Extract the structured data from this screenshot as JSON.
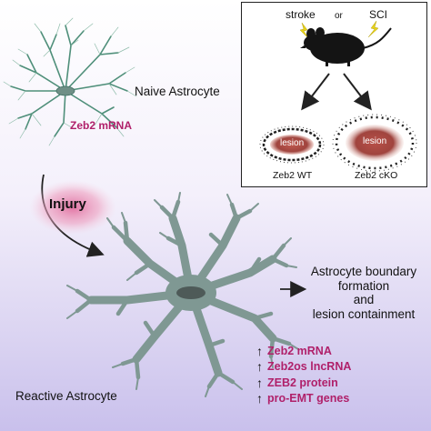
{
  "labels": {
    "naive": "Naive Astrocyte",
    "zeb2_mrna": "Zeb2 mRNA",
    "injury": "Injury",
    "reactive": "Reactive Astrocyte",
    "outcome_line1": "Astrocyte boundary",
    "outcome_line2": "formation",
    "outcome_line3": "and",
    "outcome_line4": "lesion containment"
  },
  "inset": {
    "stroke": "stroke",
    "or": "or",
    "sci": "SCI",
    "lesion_left": "lesion",
    "lesion_right": "lesion",
    "wt": "Zeb2 WT",
    "cko": "Zeb2 cKO"
  },
  "upregulated": [
    "Zeb2 mRNA",
    "Zeb2os lncRNA",
    "ZEB2 protein",
    "pro-EMT genes"
  ],
  "colors": {
    "magenta": "#b0206a",
    "astrocyte": "#7f9893",
    "naive_astrocyte": "#4f8f7a",
    "lesion": "#a0443e"
  }
}
